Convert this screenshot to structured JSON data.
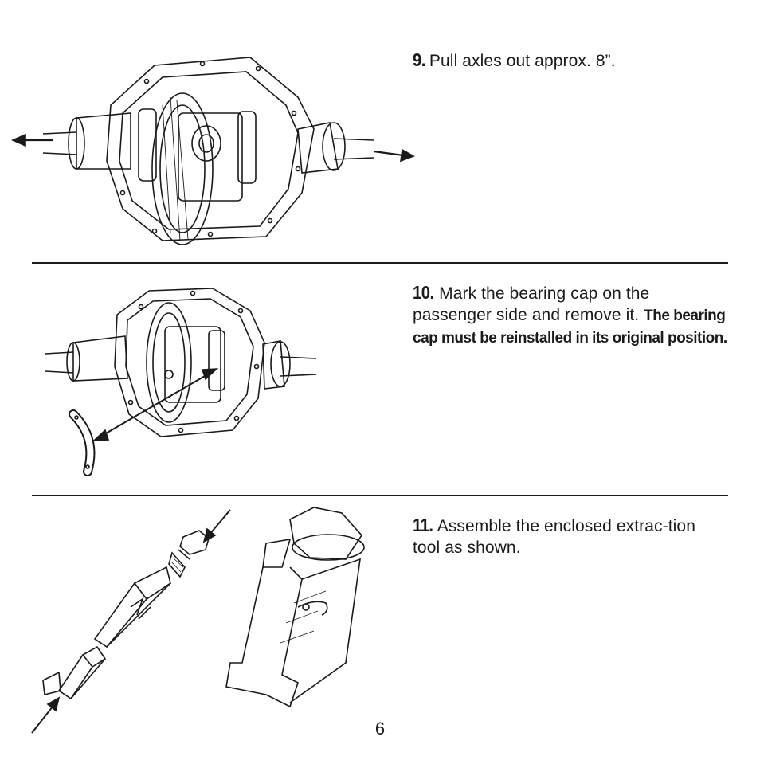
{
  "steps": [
    {
      "number": "9.",
      "text": "Pull axles out approx. 8”.",
      "bold_text": "",
      "figure_icon": "axles-pull-diagram"
    },
    {
      "number": "10.",
      "text": "Mark the bearing cap on the passenger side and remove it.",
      "bold_text": "The bearing cap must be reinstalled in its original position.",
      "figure_icon": "bearing-cap-removal-diagram"
    },
    {
      "number": "11.",
      "text": "Assemble the enclosed extrac-tion tool as shown.",
      "bold_text": "",
      "figure_icon": "extraction-tool-assembly-diagram"
    }
  ],
  "page_number": "6",
  "colors": {
    "ink": "#1a1a1a",
    "paper": "#ffffff"
  }
}
